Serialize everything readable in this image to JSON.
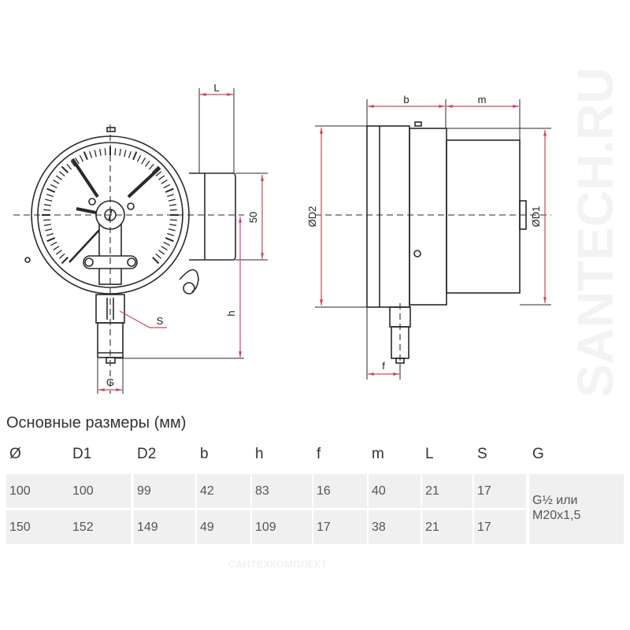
{
  "drawing": {
    "labels": {
      "L": "L",
      "fifty": "50",
      "h": "h",
      "S": "S",
      "G": "G",
      "b": "b",
      "m": "m",
      "D2": "ØD2",
      "D1": "ØD1",
      "f": "f"
    },
    "dimension_color": "#d2475a",
    "line_color": "#2a2a2a"
  },
  "watermark": {
    "text": "SANTECH.RU",
    "footer": "САНТЕХКОМПЛЕКТ"
  },
  "table": {
    "title": "Основные размеры (мм)",
    "headers": [
      "Ø",
      "D1",
      "D2",
      "b",
      "h",
      "f",
      "m",
      "L",
      "S",
      "G"
    ],
    "rows": [
      [
        "100",
        "100",
        "99",
        "42",
        "83",
        "16",
        "40",
        "21",
        "17"
      ],
      [
        "150",
        "152",
        "149",
        "49",
        "109",
        "17",
        "38",
        "21",
        "17"
      ]
    ],
    "g_value_line1": "G½ или",
    "g_value_line2": "M20x1,5"
  }
}
